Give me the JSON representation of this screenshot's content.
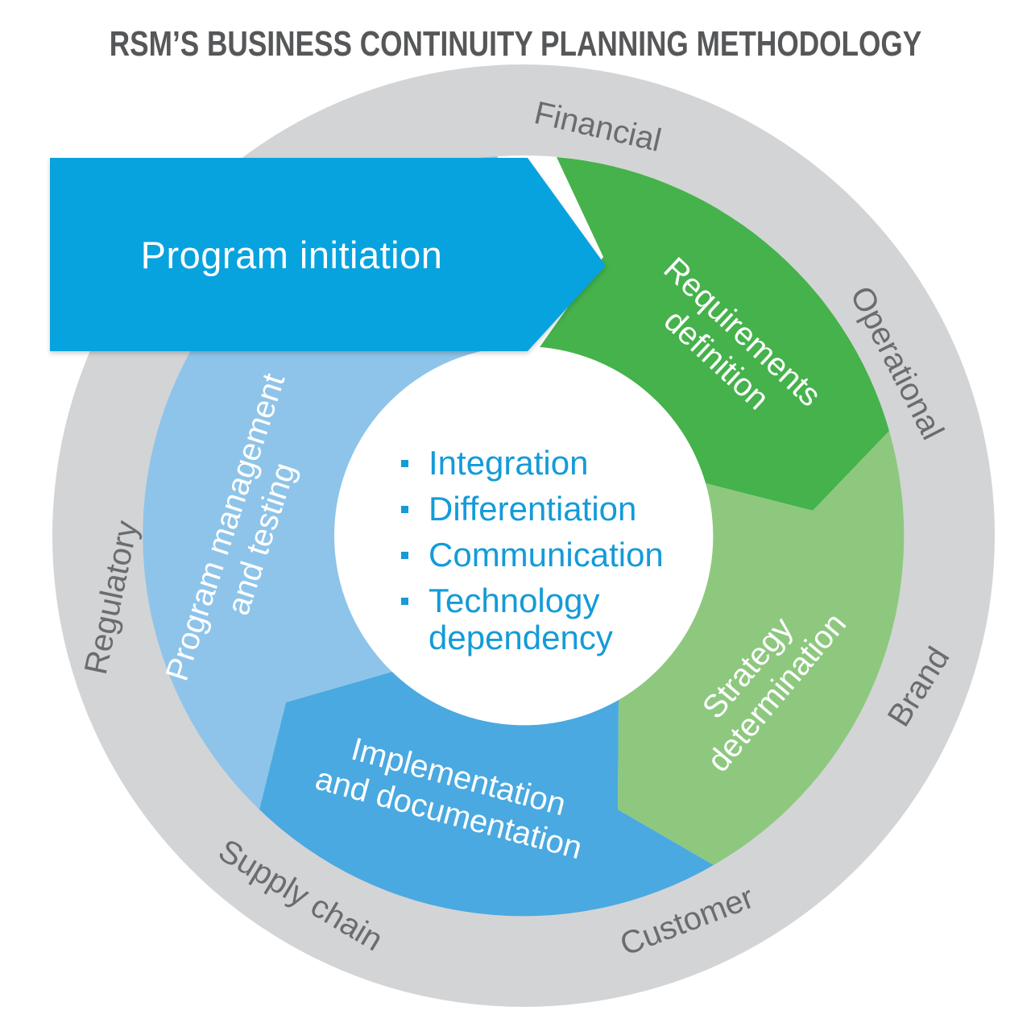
{
  "title": "RSM’S BUSINESS CONTINUITY PLANNING METHODOLOGY",
  "colors": {
    "ring_gray": "#d3d4d6",
    "ring_label_text": "#6b6c6e",
    "title_text": "#565759",
    "center_text_blue": "#149bd8",
    "white": "#ffffff"
  },
  "outer_ring": {
    "labels": [
      "Financial",
      "Operational",
      "Brand",
      "Customer",
      "Supply chain",
      "Regulatory"
    ]
  },
  "segments": [
    {
      "id": "program-initiation",
      "label": "Program initiation",
      "color": "#07a3df"
    },
    {
      "id": "requirements-definition",
      "label": "Requirements\ndefinition",
      "color": "#45b24b"
    },
    {
      "id": "strategy-determination",
      "label": "Strategy\ndetermination",
      "color": "#8dc87e"
    },
    {
      "id": "implementation-documentation",
      "label": "Implementation\nand documentation",
      "color": "#4aa9e0"
    },
    {
      "id": "program-management-testing",
      "label": "Program management\nand testing",
      "color": "#8ec4e9"
    }
  ],
  "center": {
    "items": [
      "Integration",
      "Differentiation",
      "Communication",
      "Technology\ndependency"
    ]
  }
}
